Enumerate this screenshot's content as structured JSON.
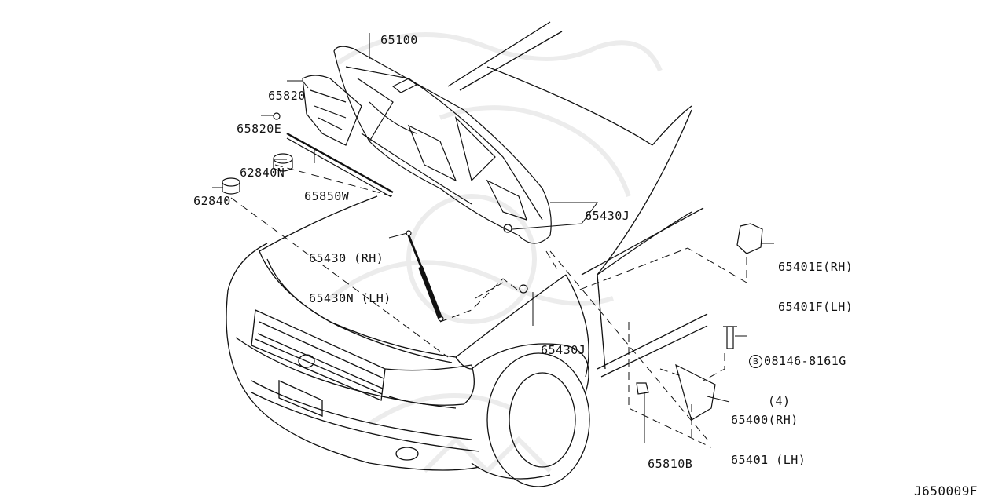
{
  "diagram": {
    "drawing_id": "J650009F",
    "callouts": [
      {
        "id": "65100",
        "lines": [
          "65100"
        ]
      },
      {
        "id": "65820",
        "lines": [
          "65820"
        ]
      },
      {
        "id": "65820E",
        "lines": [
          "65820E"
        ]
      },
      {
        "id": "62840N",
        "lines": [
          "62840N"
        ]
      },
      {
        "id": "65850W",
        "lines": [
          "65850W"
        ]
      },
      {
        "id": "62840",
        "lines": [
          "62840"
        ]
      },
      {
        "id": "65430J-top",
        "lines": [
          "65430J"
        ]
      },
      {
        "id": "65430",
        "lines": [
          "65430 (RH)",
          "65430N (LH)"
        ]
      },
      {
        "id": "65430J-bottom",
        "lines": [
          "65430J"
        ]
      },
      {
        "id": "65401E",
        "lines": [
          "65401E(RH)",
          "65401F(LH)"
        ]
      },
      {
        "id": "08146",
        "symbol": "B",
        "lines": [
          "08146-8161G",
          "(4)"
        ]
      },
      {
        "id": "65400",
        "lines": [
          "65400(RH)",
          "65401 (LH)"
        ]
      },
      {
        "id": "65810B",
        "lines": [
          "65810B"
        ]
      }
    ]
  },
  "colors": {
    "line": "#111111",
    "watermark": "#ececec",
    "background": "#ffffff"
  }
}
